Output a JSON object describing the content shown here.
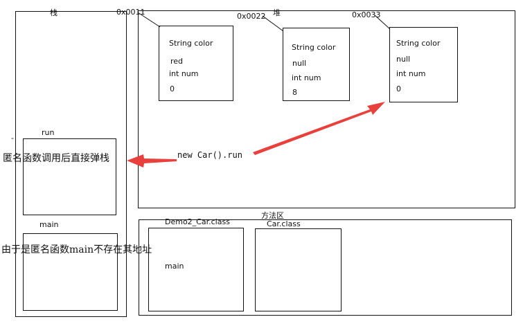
{
  "stack": {
    "title": "栈",
    "frames": {
      "run": "run",
      "main": "main"
    }
  },
  "heap": {
    "title": "堆",
    "objects": [
      {
        "address": "0x0011",
        "lines": [
          "String color",
          "red",
          "int num",
          "0"
        ]
      },
      {
        "address": "0x0022",
        "lines": [
          "String color",
          "null",
          "int num",
          "8"
        ]
      },
      {
        "address": "0x0033",
        "lines": [
          "String color",
          "null",
          "int num",
          "0"
        ]
      }
    ]
  },
  "method_area": {
    "title": "方法区",
    "classes": [
      {
        "name": "Demo2_Car.class",
        "member": "main"
      },
      {
        "name": "Car.class",
        "member": ""
      }
    ]
  },
  "annotations": {
    "code": "new Car().run",
    "anon_pop": "匿名函数调用后直接弹栈",
    "anon_no_addr": "由于是匿名函数main不存在其地址",
    "dash": "-"
  },
  "colors": {
    "arrow": "#e8403c",
    "line": "#111111"
  }
}
